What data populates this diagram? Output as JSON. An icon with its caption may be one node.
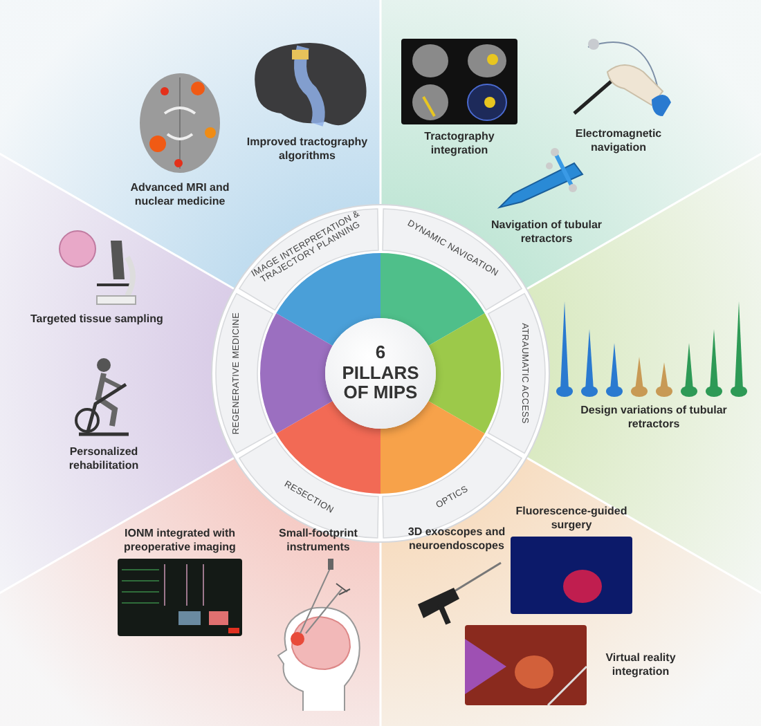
{
  "diagram": {
    "nodes": [
      {
        "text": [
          "6 PILLARS OF MIPS"
        ]
      },
      {
        "text": [
          "IMAGE INTERPRETATION & TRAJECTORY PLANNING"
        ]
      },
      {
        "text": [
          "DYNAMIC NAVIGATION"
        ]
      },
      {
        "text": [
          "ATRAUMATIC ACCESS"
        ]
      },
      {
        "text": [
          "OPTICS"
        ]
      },
      {
        "text": [
          "RESECTION"
        ]
      },
      {
        "text": [
          "REGENERATIVE MEDICINE"
        ]
      },
      {
        "text": [
          "Advanced MRI and nuclear medicine"
        ]
      },
      {
        "text": [
          "Improved tractography algorithms"
        ]
      },
      {
        "text": [
          "Tractography integration"
        ]
      },
      {
        "text": [
          "Electromagnetic navigation"
        ]
      },
      {
        "text": [
          "Navigation of tubular retractors"
        ]
      },
      {
        "text": [
          "Design variations of tubular retractors"
        ]
      },
      {
        "text": [
          "Fluorescence-guided surgery"
        ]
      },
      {
        "text": [
          "3D exoscopes and neuroendoscopes"
        ]
      },
      {
        "text": [
          "Virtual reality integration"
        ]
      },
      {
        "text": [
          "Small-footprint instruments"
        ]
      },
      {
        "text": [
          "IONM integrated with preoperative imaging"
        ]
      },
      {
        "text": [
          "Targeted tissue sampling"
        ]
      },
      {
        "text": [
          "Personalized rehabilitation"
        ]
      }
    ]
  }
}
